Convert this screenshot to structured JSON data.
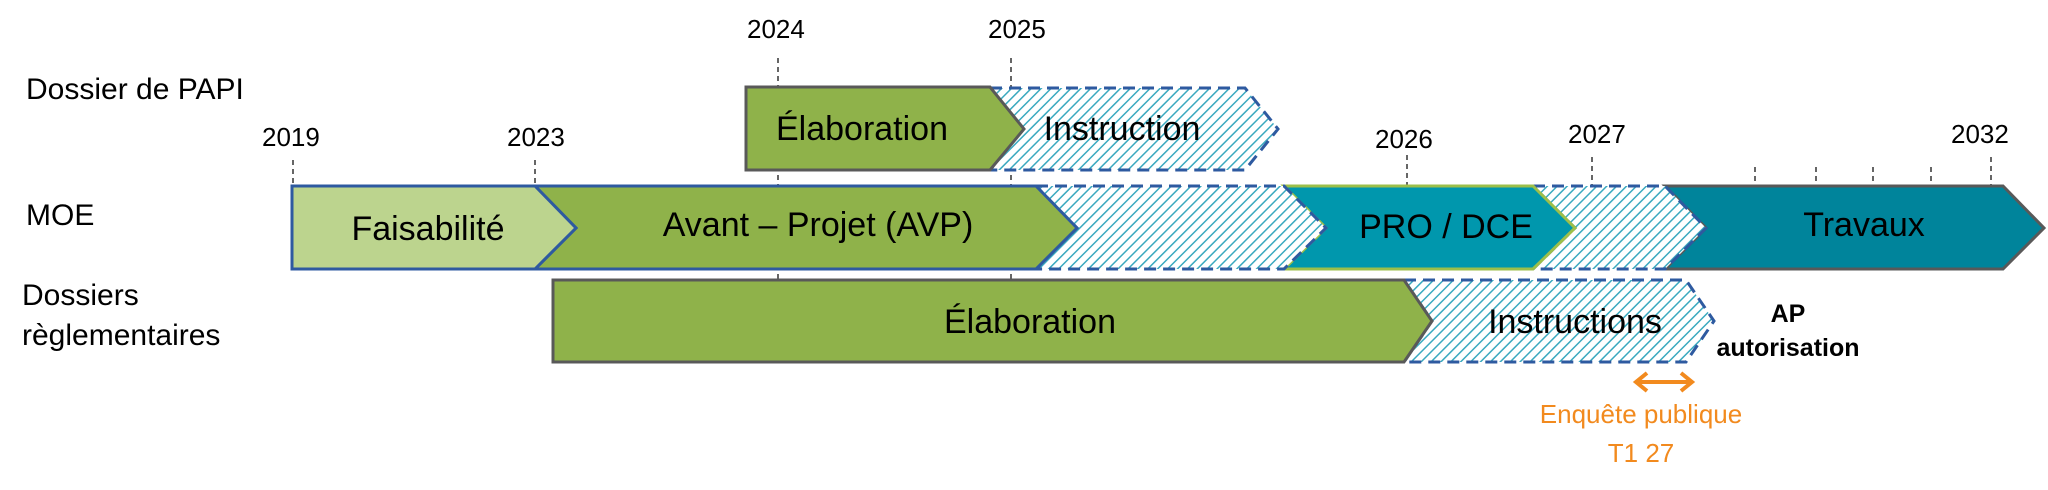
{
  "rows": {
    "papi": "Dossier de PAPI",
    "moe": "MOE",
    "reg_line1": "Dossiers",
    "reg_line2": "règlementaires"
  },
  "years": {
    "y2019": "2019",
    "y2023": "2023",
    "y2024": "2024",
    "y2025": "2025",
    "y2026": "2026",
    "y2027": "2027",
    "y2032": "2032"
  },
  "bars": {
    "papi_elaboration": "Élaboration",
    "papi_instruction": "Instruction",
    "moe_faisabilite": "Faisabilité",
    "moe_avp": "Avant – Projet (AVP)",
    "moe_pro_dce": "PRO / DCE",
    "moe_travaux": "Travaux",
    "reg_elaboration": "Élaboration",
    "reg_instructions": "Instructions"
  },
  "annotations": {
    "ap_line1": "AP",
    "ap_line2": "autorisation",
    "enquete_line1": "Enquête publique",
    "enquete_line2": "T1 27"
  },
  "colors": {
    "light_green": "#bcd48e",
    "green": "#8fb24a",
    "teal": "#0097ad",
    "dark_teal": "#00849b",
    "hatch": "#3aa9bf",
    "dash_border": "#2e5aa0",
    "orange": "#f28a1e"
  }
}
